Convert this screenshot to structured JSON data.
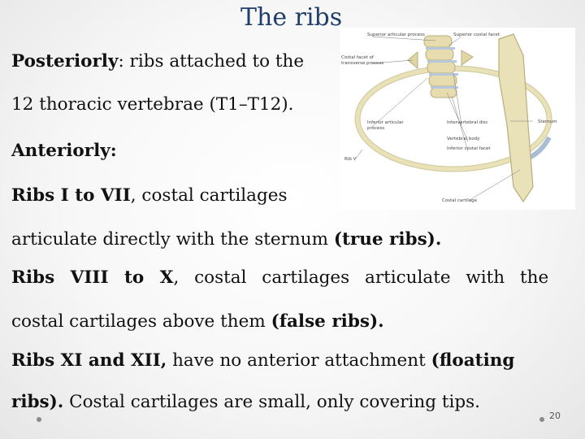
{
  "slide": {
    "title": "The ribs",
    "line1": {
      "bold": "Posteriorly",
      "text": ": ribs attached to the"
    },
    "line2": {
      "text": "12 thoracic vertebrae (T1–T12)."
    },
    "line3": {
      "bold": "Anteriorly:"
    },
    "line4": {
      "bold": "Ribs I to VII",
      "text": ", costal cartilages"
    },
    "line5": {
      "text": "articulate directly with the sternum ",
      "bold": "(true ribs)."
    },
    "line6": {
      "bold": "Ribs VIII to X",
      "text": ", costal cartilages articulate with the"
    },
    "line7": {
      "text": "costal cartilages above them ",
      "bold": "(false ribs)."
    },
    "line8": {
      "bold1": "Ribs XI and XII,",
      "text": " have no anterior attachment ",
      "bold2": "(floating"
    },
    "line9": {
      "bold": "ribs).",
      "text": " Costal cartilages are small, only covering tips."
    },
    "page_number": "20"
  },
  "figure": {
    "labels": {
      "superior_articular_process": "Superior articular process",
      "superior_costal_facet": "Superior costal facet",
      "costal_facet_transverse": "Costal facet of",
      "costal_facet_transverse2": "transverse process",
      "inferior_articular_process": "Inferior articular",
      "inferior_articular_process2": "process",
      "intervertebral_disc": "Intervertebral disc",
      "sternum": "Sternum",
      "vertebral_body": "Vertebral body",
      "inferior_costal_facet": "Inferior costal facet",
      "rib_v": "Rib V",
      "costal_cartilage": "Costal cartilage"
    }
  },
  "colors": {
    "title": "#1f3e6b",
    "bone": "#e9e2b8",
    "cartilage": "#a9bcd4"
  }
}
